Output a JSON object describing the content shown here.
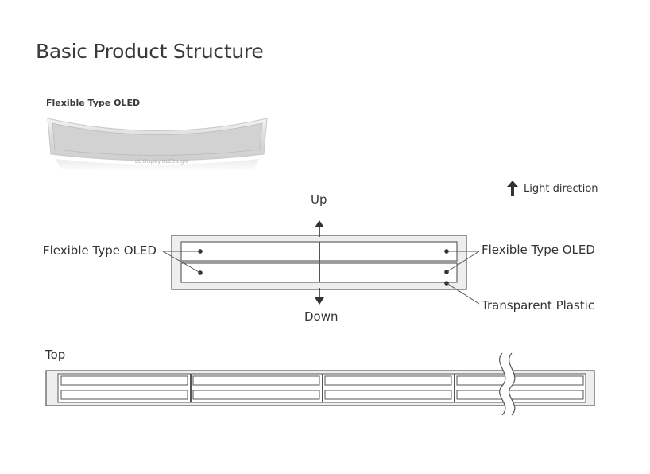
{
  "title": "Basic Product Structure",
  "photo": {
    "label": "Flexible Type OLED",
    "caption": "LG Display OLED Light"
  },
  "legend": {
    "icon": "up-arrow-icon",
    "text": "Light direction"
  },
  "cross_section": {
    "up_label": "Up",
    "down_label": "Down",
    "left_label": "Flexible Type OLED",
    "right_label": "Flexible Type OLED",
    "plastic_label": "Transparent Plastic"
  },
  "top_view": {
    "label": "Top"
  },
  "colors": {
    "line": "#555555",
    "plastic_fill": "#eeeeee",
    "panel_fill": "#ffffff"
  }
}
